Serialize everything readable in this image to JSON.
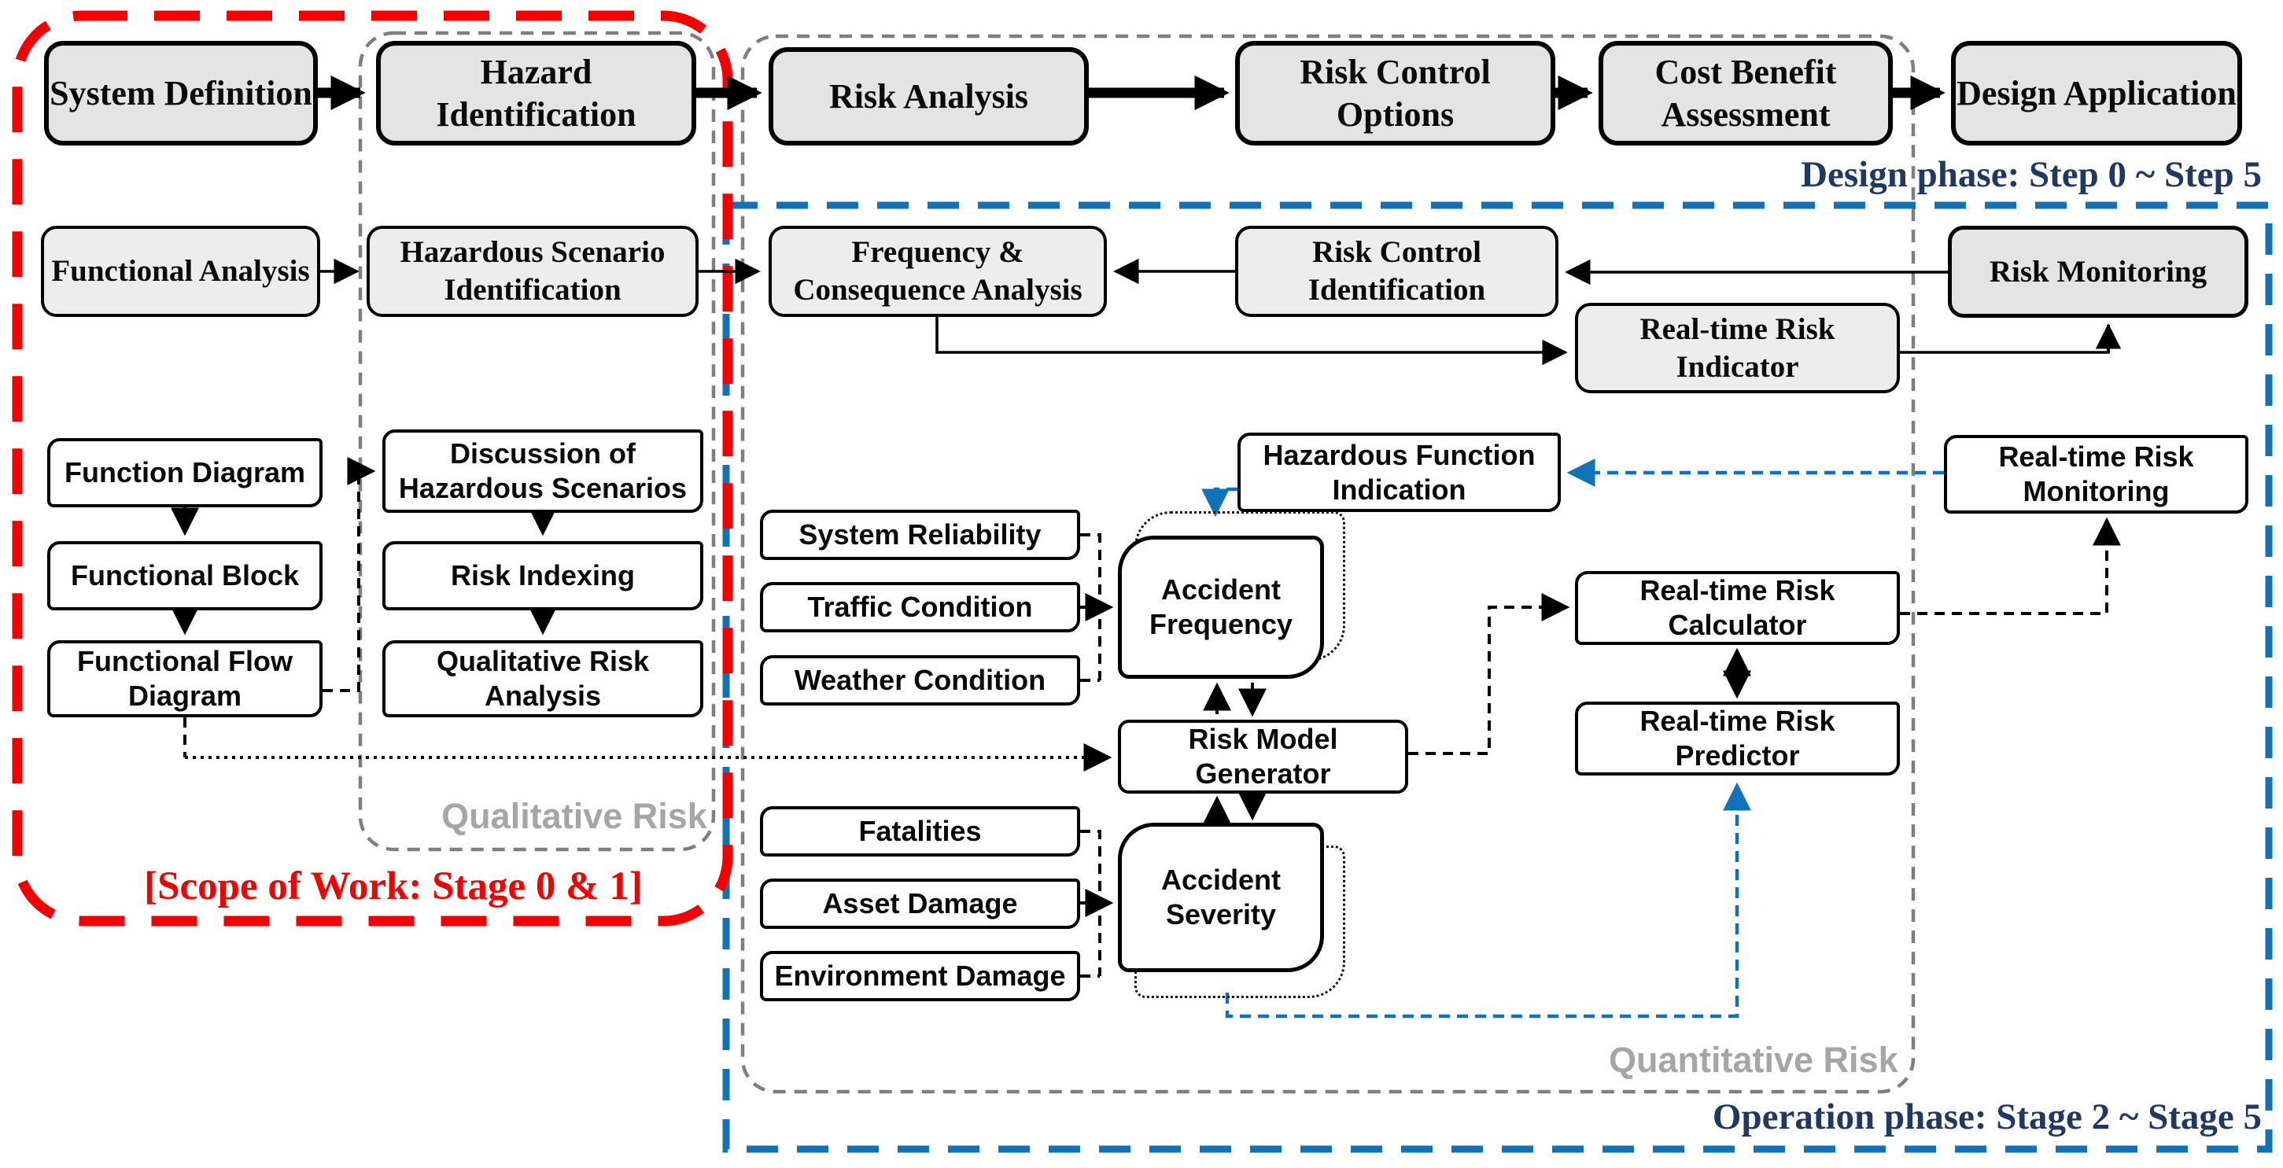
{
  "title": "Risk-based design and operation process diagram",
  "colors": {
    "accent_red": "#f40000",
    "accent_blue": "#1072b8",
    "navy_text": "#1f3864",
    "gray_boundary": "#7f7f7f",
    "gray_label": "#a6a6a6",
    "box_fill_dark": "#e4e4e4",
    "box_fill_light": "#ededed"
  },
  "labels": {
    "design_phase": "Design phase: Step 0 ~ Step 5",
    "operation_phase": "Operation phase: Stage 2 ~ Stage 5",
    "scope_of_work": "[Scope of Work: Stage 0 & 1]",
    "qualitative_risk": "Qualitative Risk",
    "quantitative_risk": "Quantitative Risk"
  },
  "boxes": {
    "system_definition": "System Definition",
    "hazard_identification": "Hazard Identification",
    "risk_analysis": "Risk Analysis",
    "risk_control_options": "Risk Control Options",
    "cost_benefit_assessment": "Cost Benefit Assessment",
    "design_application": "Design Application",
    "functional_analysis": "Functional Analysis",
    "hazardous_scenario_identification": "Hazardous  Scenario Identification",
    "frequency_consequence_analysis": "Frequency & Consequence Analysis",
    "risk_control_identification": "Risk Control Identification",
    "risk_monitoring": "Risk Monitoring",
    "real_time_risk_indicator": "Real-time Risk Indicator",
    "function_diagram": "Function Diagram",
    "functional_block": "Functional Block",
    "functional_flow_diagram": "Functional Flow Diagram",
    "discussion_of_hazardous_scenarios": "Discussion of Hazardous Scenarios",
    "risk_indexing": "Risk Indexing",
    "qualitative_risk_analysis": "Qualitative Risk Analysis",
    "hazardous_function_indication": "Hazardous Function Indication",
    "real_time_risk_monitoring": "Real-time Risk Monitoring",
    "system_reliability": "System Reliability",
    "traffic_condition": "Traffic Condition",
    "weather_condition": "Weather Condition",
    "accident_frequency": "Accident Frequency",
    "risk_model_generator": "Risk Model Generator",
    "real_time_risk_calculator": "Real-time Risk Calculator",
    "real_time_risk_predictor": "Real-time Risk Predictor",
    "fatalities": "Fatalities",
    "asset_damage": "Asset Damage",
    "environment_damage": "Environment Damage",
    "accident_severity": "Accident Severity"
  }
}
